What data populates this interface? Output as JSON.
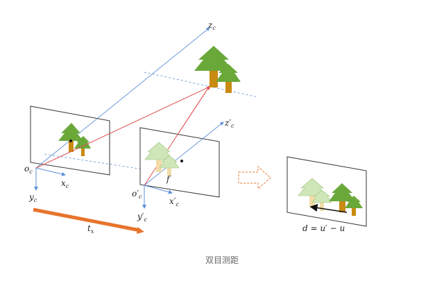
{
  "labels": {
    "zc": "z",
    "zc_sub": "c",
    "zc2": "z′",
    "zc2_sub": "c",
    "oc": "o",
    "oc_sub": "c",
    "xc": "x",
    "xc_sub": "c",
    "yc": "y",
    "yc_sub": "c",
    "oc2": "o′",
    "oc2_sub": "c",
    "xc2": "x′",
    "xc2_sub": "c",
    "yc2": "y′",
    "yc2_sub": "c",
    "f": "f",
    "tx": "t",
    "tx_sub": "x",
    "formula": "d = u′ − u"
  },
  "caption": "双目测距",
  "colors": {
    "axis": "#5b8fd6",
    "ray": "#e05050",
    "baseline": "#e8742c",
    "tree_green": "#6aa83a",
    "tree_trunk": "#c98a12",
    "tree_light": "#cfe6b8",
    "trunk_light": "#f3dca8",
    "frame": "#333333"
  }
}
